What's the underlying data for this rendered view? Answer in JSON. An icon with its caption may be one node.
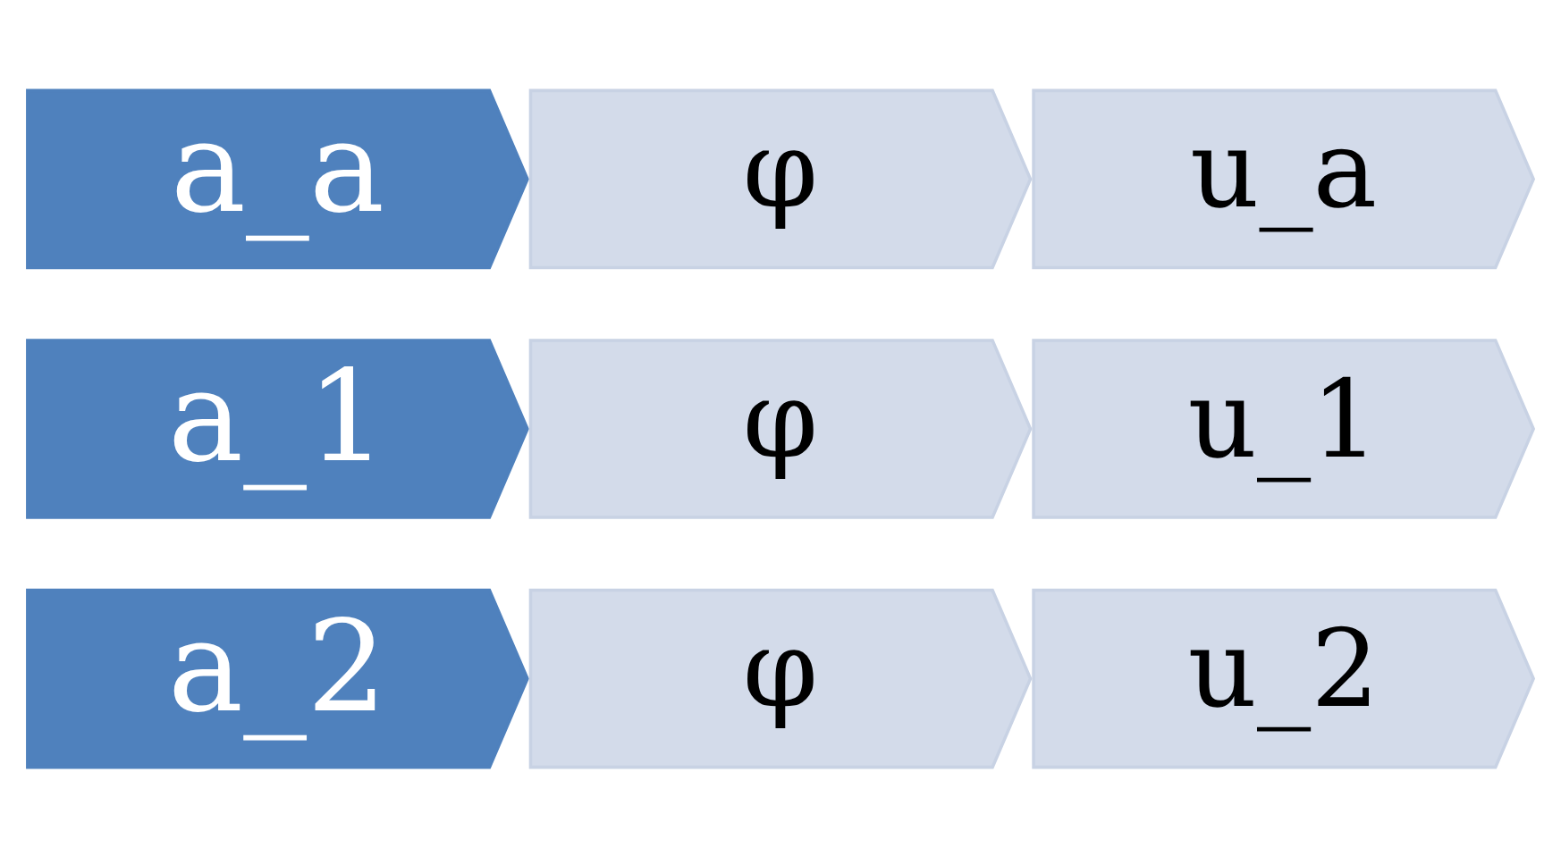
{
  "diagram": {
    "nodes": [
      {
        "text": [
          "a_a"
        ]
      },
      {
        "text": [
          "φ"
        ]
      },
      {
        "text": [
          "u_a"
        ]
      },
      {
        "text": [
          "a_1"
        ]
      },
      {
        "text": [
          "φ"
        ]
      },
      {
        "text": [
          "u_1"
        ]
      },
      {
        "text": [
          "a_2"
        ]
      },
      {
        "text": [
          "φ"
        ]
      },
      {
        "text": [
          "u_2"
        ]
      }
    ]
  }
}
